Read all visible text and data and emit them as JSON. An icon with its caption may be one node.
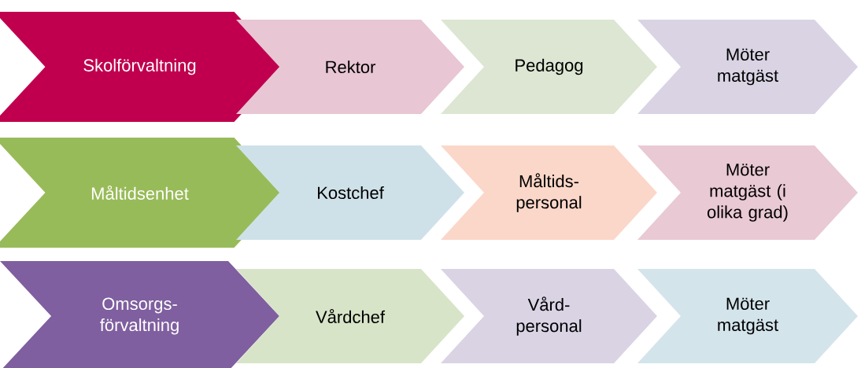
{
  "diagram": {
    "nodes": [
      {
        "text": [
          "Skolförvaltning"
        ]
      },
      {
        "text": [
          "Rektor"
        ]
      },
      {
        "text": [
          "Pedagog"
        ]
      },
      {
        "text": [
          "Möter matgäst"
        ]
      },
      {
        "text": [
          "Måltidsenhet"
        ]
      },
      {
        "text": [
          "Kostchef"
        ]
      },
      {
        "text": [
          "Måltids-personal"
        ]
      },
      {
        "text": [
          "Möter matgäst (i olika grad)"
        ]
      },
      {
        "text": [
          "Omsorgs-förvaltning"
        ]
      },
      {
        "text": [
          "Vårdchef"
        ]
      },
      {
        "text": [
          "Vård-personal"
        ]
      },
      {
        "text": [
          "Möter matgäst"
        ]
      }
    ]
  }
}
